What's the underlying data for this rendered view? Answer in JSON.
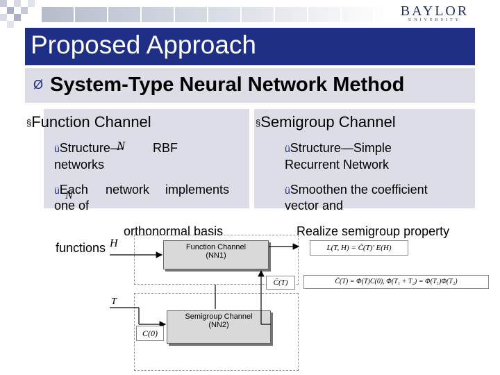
{
  "header": {
    "logo_main": "BAYLOR",
    "logo_sub": "UNIVERSITY"
  },
  "title": "Proposed Approach",
  "subtitle": {
    "bullet": "Ø",
    "text": "System-Type Neural Network Method"
  },
  "left_panel": {
    "heading_bullet": "§",
    "heading": "Function Channel",
    "item1_check": "ü",
    "item1_a": "Structure",
    "item1_dash": "—",
    "item1_b": "RBF",
    "item1_c": "networks",
    "item1_sym": "N",
    "item2_check": "ü",
    "item2_a": "Each",
    "item2_b": "network",
    "item2_c": "implements",
    "item2_d": "one of",
    "item2_sym": "N",
    "item2_e": "orthonormal  basis",
    "item2_f": "functions",
    "item2_sym2": "H"
  },
  "right_panel": {
    "heading_bullet": "§",
    "heading": "Semigroup Channel",
    "item1_check": "ü",
    "item1_a": "Structure—Simple",
    "item1_b": "Recurrent Network",
    "item2_check": "ü",
    "item2_a": "Smoothen the coefficient",
    "item2_b": "vector and",
    "item2_c": "Realize semigroup property"
  },
  "diagram": {
    "nn1_line1": "Function Channel",
    "nn1_line2": "(NN1)",
    "nn2_line1": "Semigroup Channel",
    "nn2_line2": "(NN2)",
    "input_H": "H",
    "input_T": "T",
    "c0_label": "C(0)",
    "ct_label": "C̃(T)",
    "eq_L": "L(T, H) = C̃(T)′ E(H)",
    "eq_semigroup": "C̃(T) = Φ(T)C(0),  Φ(T₁ + T₂) = Φ(T₁)Φ(T₂)"
  },
  "colors": {
    "title_bar": "#1f2f86",
    "panel": "#dcdde6",
    "logo": "#1c2f5e"
  }
}
